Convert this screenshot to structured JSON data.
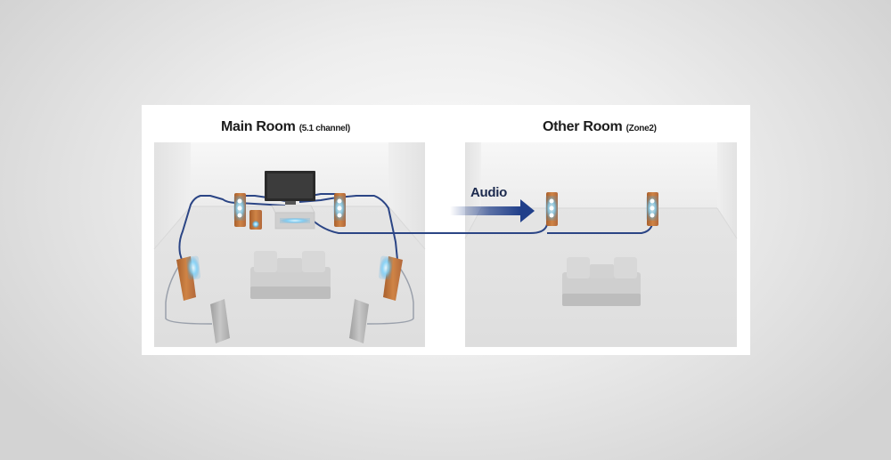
{
  "main_room": {
    "title": "Main Room",
    "subtitle": "(5.1 channel)"
  },
  "other_room": {
    "title": "Other Room",
    "subtitle": "(Zone2)"
  },
  "signal": {
    "label": "Audio"
  },
  "colors": {
    "cable": "#2b4585",
    "speaker_wood": "#c9783c",
    "speaker_glow": "#5fc3f6",
    "arrow": "#203f8a",
    "floor": "#e6e6e6",
    "wall": "#f1f1f1"
  }
}
